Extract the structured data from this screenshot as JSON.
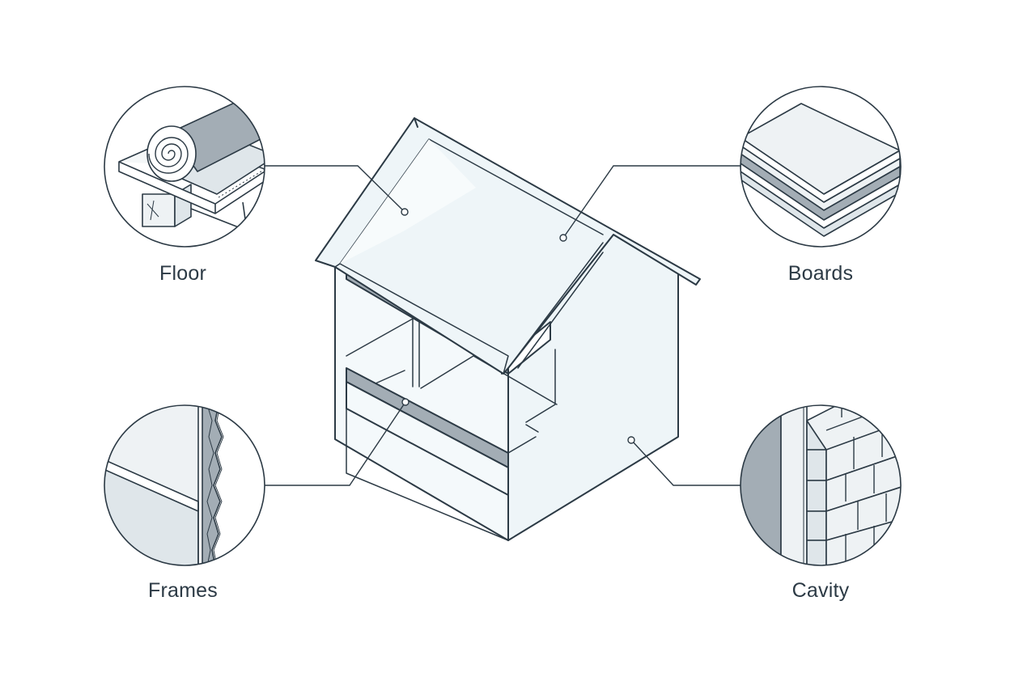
{
  "callouts": {
    "floor": {
      "label": "Floor"
    },
    "boards": {
      "label": "Boards"
    },
    "frames": {
      "label": "Frames"
    },
    "cavity": {
      "label": "Cavity"
    }
  },
  "colors": {
    "stroke": "#2c3a45",
    "house_fill": "#eef5f8",
    "dark_fill": "#a3adb5",
    "light_fill": "#dfe6ea",
    "background": "#ffffff"
  }
}
